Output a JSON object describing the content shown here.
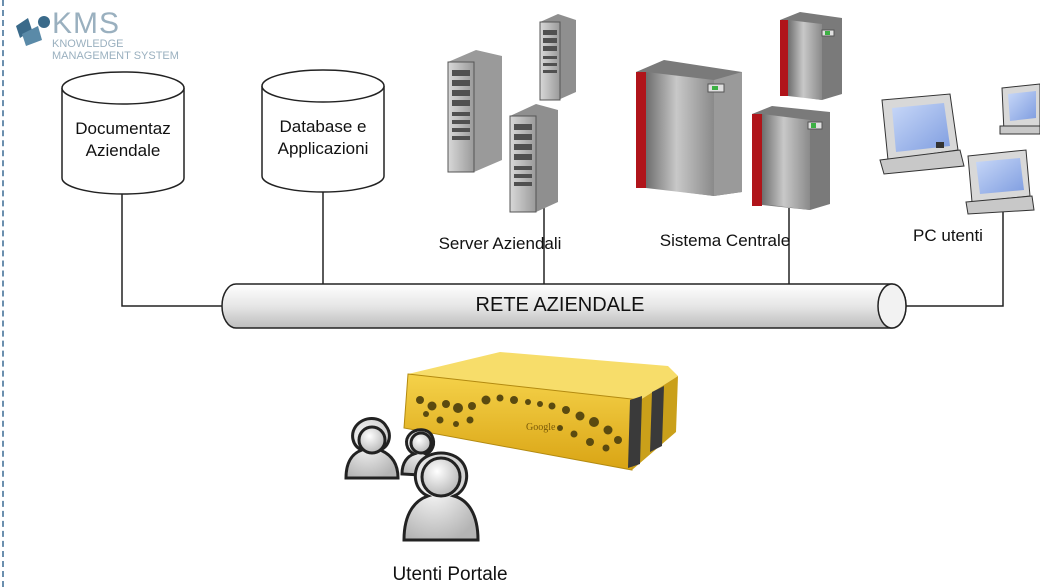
{
  "logo": {
    "name": "KMS",
    "line1": "KNOWLEDGE",
    "line2": "MANAGEMENT SYSTEM"
  },
  "nodes": {
    "documentazione": [
      "Documentaz",
      "Aziendale"
    ],
    "database": [
      "Database e",
      "Applicazioni"
    ],
    "server": "Server Aziendali",
    "sistema_centrale": "Sistema Centrale",
    "pc_utenti": "PC utenti",
    "utenti_portale": "Utenti Portale"
  },
  "network": {
    "label": "RETE AZIENDALE"
  },
  "appliance": {
    "brand": "Google"
  },
  "colors": {
    "appliance": "#e8b820",
    "server_red": "#b0141a",
    "network_fill": "#e6e6e6"
  }
}
